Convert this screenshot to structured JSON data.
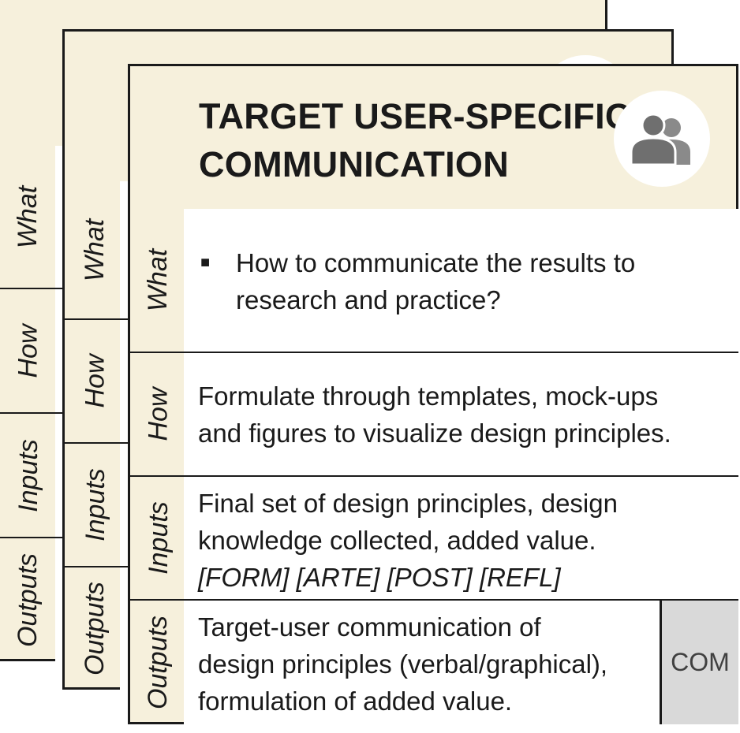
{
  "back_card": {
    "labels": [
      "What",
      "How",
      "Inputs",
      "Outputs"
    ]
  },
  "middle_card": {
    "labels": [
      "What",
      "How",
      "Inputs",
      "Outputs"
    ]
  },
  "front_card": {
    "title_line1": "TARGET USER-SPECIFIC",
    "title_line2": "COMMUNICATION",
    "icon": "users-icon",
    "code": "COM",
    "rows": {
      "what": {
        "label": "What",
        "bullet": "■",
        "line1": "How to communicate the results to",
        "line2": "research and practice?"
      },
      "how": {
        "label": "How",
        "line1": "Formulate through templates, mock-ups",
        "line2": "and figures to visualize design principles."
      },
      "inputs": {
        "label": "Inputs",
        "line1": "Final set of design principles, design",
        "line2": "knowledge collected, added value.",
        "line3": "[FORM] [ARTE] [POST] [REFL]"
      },
      "outputs": {
        "label": "Outputs",
        "line1": "Target-user communication of",
        "line2": "design principles (verbal/graphical),",
        "line3": "formulation of added value."
      }
    }
  },
  "colors": {
    "card_bg": "#f6f0dc",
    "border": "#1a1a1a",
    "code_bg": "#d9d9d9",
    "icon": "#777777"
  }
}
